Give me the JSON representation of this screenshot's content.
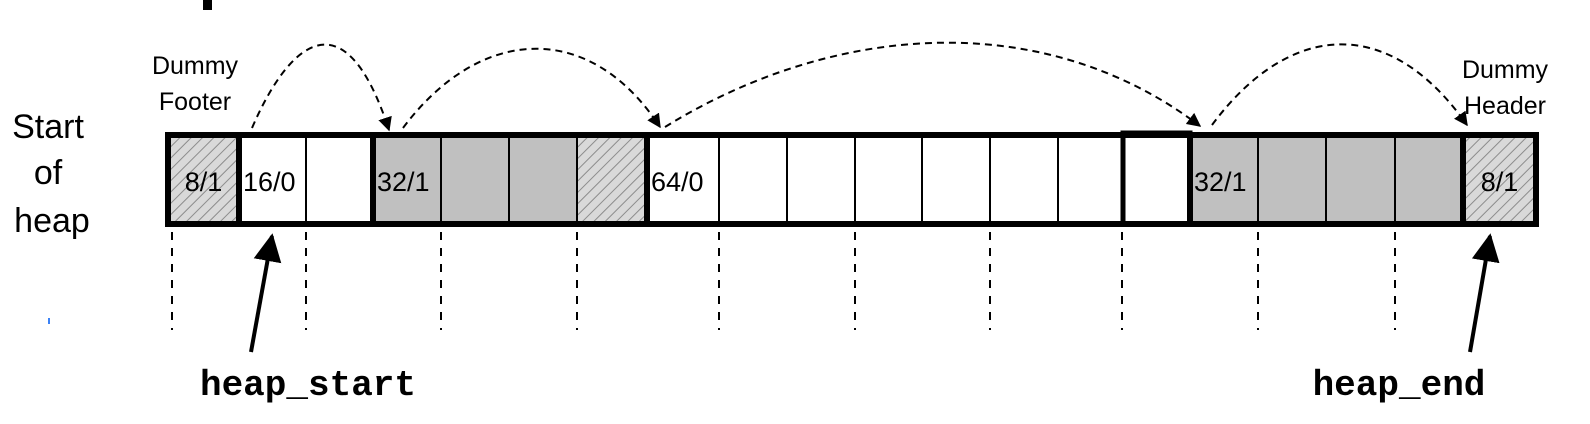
{
  "start_label_lines": [
    "Start",
    "of",
    "heap"
  ],
  "dummy_footer_lines": [
    "Dummy",
    "Footer"
  ],
  "dummy_header_lines": [
    "Dummy",
    "Header"
  ],
  "heap_start_label": "heap_start",
  "heap_end_label": "heap_end",
  "cells": [
    {
      "text": "8/1",
      "fill": "hatch"
    },
    {
      "text": "16/0",
      "fill": "white"
    },
    {
      "text": "",
      "fill": "white"
    },
    {
      "text": "32/1",
      "fill": "gray"
    },
    {
      "text": "",
      "fill": "gray"
    },
    {
      "text": "",
      "fill": "gray"
    },
    {
      "text": "",
      "fill": "hatch"
    },
    {
      "text": "64/0",
      "fill": "white"
    },
    {
      "text": "",
      "fill": "white"
    },
    {
      "text": "",
      "fill": "white"
    },
    {
      "text": "",
      "fill": "white"
    },
    {
      "text": "",
      "fill": "white"
    },
    {
      "text": "",
      "fill": "white"
    },
    {
      "text": "",
      "fill": "white"
    },
    {
      "text": "",
      "fill": "white"
    },
    {
      "text": "32/1",
      "fill": "gray"
    },
    {
      "text": "",
      "fill": "gray"
    },
    {
      "text": "",
      "fill": "gray"
    },
    {
      "text": "",
      "fill": "gray"
    },
    {
      "text": "8/1",
      "fill": "hatch"
    }
  ],
  "colors": {
    "allocated_gray": "#c0c0c0",
    "free_white": "#ffffff",
    "hatch_bg": "#d9d9d9",
    "hatch_stroke": "#8c8c8c",
    "line": "#000000"
  }
}
